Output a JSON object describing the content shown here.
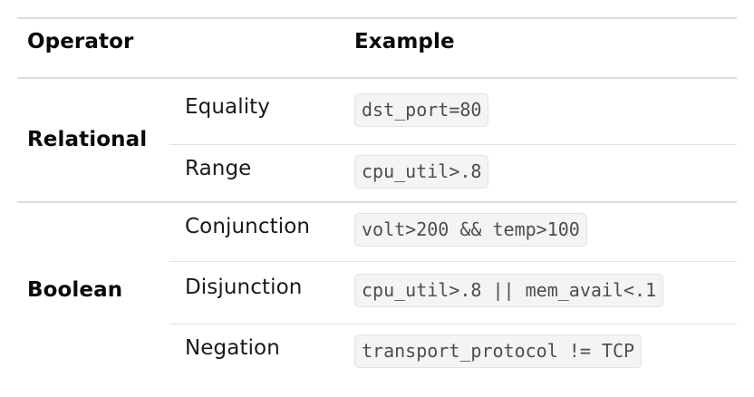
{
  "table": {
    "columns": [
      {
        "key": "operator",
        "label": "Operator"
      },
      {
        "key": "example",
        "label": "Example"
      }
    ],
    "groups": [
      {
        "label": "Relational",
        "rows": [
          {
            "name": "Equality",
            "example": "dst_port=80"
          },
          {
            "name": "Range",
            "example": "cpu_util>.8"
          }
        ]
      },
      {
        "label": "Boolean",
        "rows": [
          {
            "name": "Conjunction",
            "example": "volt>200 && temp>100"
          },
          {
            "name": "Disjunction",
            "example": "cpu_util>.8 || mem_avail<.1"
          },
          {
            "name": "Negation",
            "example": "transport_protocol != TCP"
          }
        ]
      }
    ]
  },
  "colors": {
    "background": "#ffffff",
    "text": "#111111",
    "rule_major": "#dcdcdc",
    "rule_minor": "#e2e2e2",
    "code_background": "#f4f4f6",
    "code_border": "#e3e3e7",
    "code_text": "#4d4d4d"
  }
}
